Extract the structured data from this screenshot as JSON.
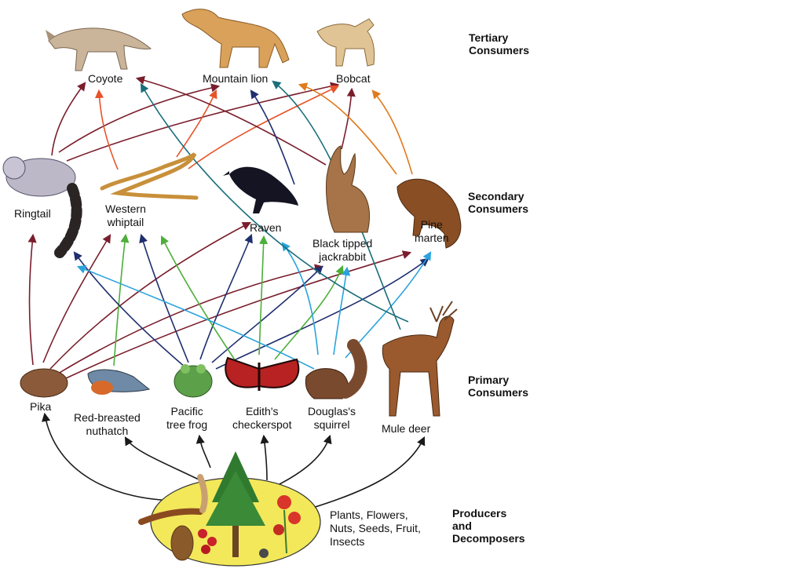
{
  "levels": {
    "tertiary": [
      "Tertiary",
      "Consumers"
    ],
    "secondary": [
      "Secondary",
      "Consumers"
    ],
    "primary": [
      "Primary",
      "Consumers"
    ],
    "producers": [
      "Producers",
      "and",
      "Decomposers"
    ]
  },
  "organisms": {
    "coyote": [
      "Coyote"
    ],
    "mountain_lion": [
      "Mountain lion"
    ],
    "bobcat": [
      "Bobcat"
    ],
    "ringtail": [
      "Ringtail"
    ],
    "western_whiptail": [
      "Western",
      "whiptail"
    ],
    "raven": [
      "Raven"
    ],
    "jackrabbit": [
      "Black tipped",
      "jackrabbit"
    ],
    "pine_marten": [
      "Pine",
      "marten"
    ],
    "pika": [
      "Pika"
    ],
    "nuthatch": [
      "Red-breasted",
      "nuthatch"
    ],
    "tree_frog": [
      "Pacific",
      "tree frog"
    ],
    "checkerspot": [
      "Edith's",
      "checkerspot"
    ],
    "squirrel": [
      "Douglas's",
      "squirrel"
    ],
    "mule_deer": [
      "Mule deer"
    ]
  },
  "producers_text": [
    "Plants, Flowers,",
    "Nuts, Seeds, Fruit,",
    "Insects"
  ],
  "colors": {
    "maroon": "#7a1e2c",
    "navy": "#1f2e6e",
    "teal": "#1a6e7a",
    "orange": "#e07a1c",
    "red_orange": "#e8532a",
    "green": "#4caf3a",
    "sky": "#2aa3dc",
    "black": "#1a1a1a",
    "producer_oval": "#f2e85a"
  }
}
